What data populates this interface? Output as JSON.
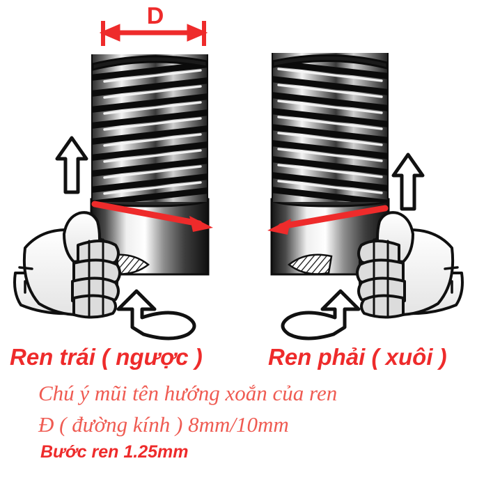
{
  "diagram": {
    "title_left": "Ren trái ( ngược )",
    "title_right": "Ren phải ( xuôi )",
    "dimension_label": "D",
    "notes": [
      "Chú ý mũi tên hướng xoắn của ren",
      "Đ ( đường kính ) 8mm/10mm",
      "Bước ren 1.25mm"
    ],
    "note_1": "Chú ý mũi tên hướng xoắn của ren",
    "note_2": "Đ ( đường kính ) 8mm/10mm",
    "note_3": "Bước ren 1.25mm"
  },
  "colors": {
    "accent_red": "#ee2b2b",
    "note_red": "#ef5b52",
    "ink_black": "#111111",
    "background": "#ffffff"
  },
  "left_bolt": {
    "name": "left-hand-thread-bolt",
    "thread_direction": "left-hand",
    "thread_slope": "up-to-the-right",
    "thread_count": 9,
    "helix_arrow_direction": "right",
    "rotation_arrow_direction": "counterclockwise",
    "hand": "left-hand-thumb-up",
    "up_arrow": "up"
  },
  "right_bolt": {
    "name": "right-hand-thread-bolt",
    "thread_direction": "right-hand",
    "thread_slope": "up-to-the-left",
    "thread_count": 9,
    "helix_arrow_direction": "left",
    "rotation_arrow_direction": "clockwise",
    "hand": "right-hand-thumb-up",
    "up_arrow": "up"
  },
  "icons": {
    "up_arrow": "up-arrow-icon",
    "rotation_ccw": "rotate-counterclockwise-icon",
    "rotation_cw": "rotate-clockwise-icon",
    "helix_arrow": "helix-direction-arrow-icon",
    "dimension_arrow": "dimension-double-arrow-icon"
  }
}
